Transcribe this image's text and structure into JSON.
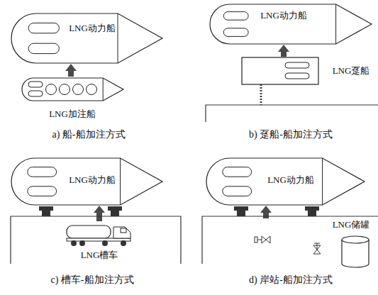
{
  "diagram": {
    "nodes": [
      {
        "text": [
          "LNG动力船"
        ]
      },
      {
        "text": [
          "LNG加注船"
        ]
      },
      {
        "text": [
          "LNG动力船"
        ]
      },
      {
        "text": [
          "LNG趸船"
        ]
      },
      {
        "text": [
          "LNG动力船"
        ]
      },
      {
        "text": [
          "LNG槽车"
        ]
      },
      {
        "text": [
          "LNG动力船"
        ]
      },
      {
        "text": [
          "LNG储罐"
        ]
      }
    ],
    "edges": [
      {
        "from": 1,
        "to": 0,
        "arrow": "to"
      },
      {
        "from": 3,
        "to": 2,
        "arrow": "to"
      },
      {
        "from": 5,
        "to": 4,
        "arrow": "to"
      },
      {
        "from": 7,
        "to": 6,
        "arrow": "to"
      }
    ],
    "labels": [
      "a) 船-船加注方式",
      "b) 趸船-船加注方式",
      "c) 槽车-船加注方式",
      "d) 岸站-船加注方式"
    ]
  }
}
